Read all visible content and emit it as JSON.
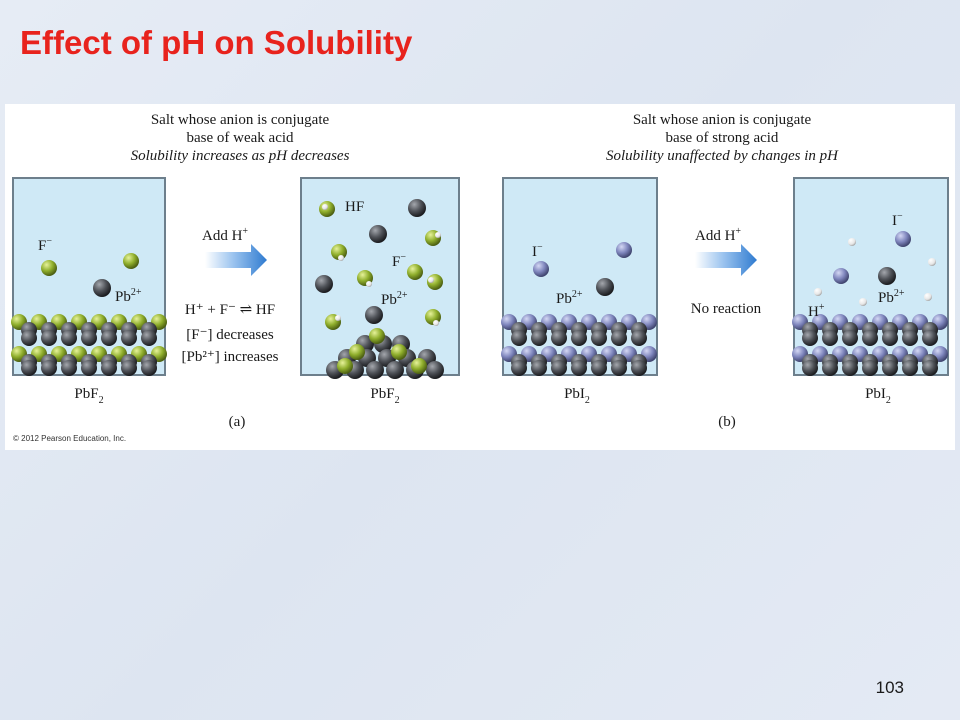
{
  "slide": {
    "title": "Effect of pH on Solubility",
    "page_number": "103"
  },
  "figure": {
    "copyright": "© 2012 Pearson Education, Inc.",
    "panel_a": {
      "heading_line1": "Salt whose anion is conjugate",
      "heading_line2": "base of weak acid",
      "heading_line3": "Solubility increases as pH decreases",
      "left_beaker": {
        "ion_label_1_base": "F",
        "ion_label_1_sup": "−",
        "ion_label_2_base": "Pb",
        "ion_label_2_sup": "2+",
        "solid_base": "PbF",
        "solid_sub": "2"
      },
      "arrow_label_base": "Add H",
      "arrow_label_sup": "+",
      "equation": "H⁺ + F⁻ ⇌ HF",
      "note_line1": "[F⁻] decreases",
      "note_line2": "[Pb²⁺] increases",
      "right_beaker": {
        "label_hf": "HF",
        "ion_label_1_base": "F",
        "ion_label_1_sup": "−",
        "ion_label_2_base": "Pb",
        "ion_label_2_sup": "2+",
        "solid_base": "PbF",
        "solid_sub": "2"
      },
      "caption": "(a)"
    },
    "panel_b": {
      "heading_line1": "Salt whose anion is conjugate",
      "heading_line2": "base of strong acid",
      "heading_line3": "Solubility unaffected by changes in pH",
      "left_beaker": {
        "ion_label_1_base": "I",
        "ion_label_1_sup": "−",
        "ion_label_2_base": "Pb",
        "ion_label_2_sup": "2+",
        "solid_base": "PbI",
        "solid_sub": "2"
      },
      "arrow_label_base": "Add H",
      "arrow_label_sup": "+",
      "note": "No reaction",
      "right_beaker": {
        "ion_label_1_base": "I",
        "ion_label_1_sup": "−",
        "ion_label_2_base": "Pb",
        "ion_label_2_sup": "2+",
        "ion_label_3_base": "H",
        "ion_label_3_sup": "+",
        "solid_base": "PbI",
        "solid_sub": "2"
      },
      "caption": "(b)"
    },
    "colors": {
      "solution": "#cfe9f6",
      "beaker_border": "#6d7f8c",
      "fluoride": "#8fae2c",
      "iodide": "#7f86bd",
      "lead": "#4e5157",
      "hydrogen": "#eeeeee",
      "arrow": "#2f7bd0"
    }
  }
}
